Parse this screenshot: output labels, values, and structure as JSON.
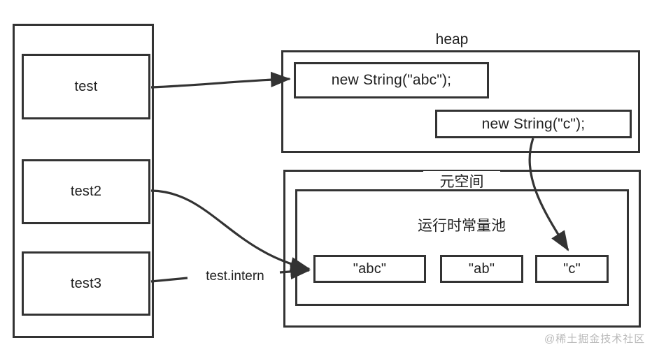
{
  "diagram": {
    "title_watermark": "@稀土掘金技术社区",
    "stack": {
      "name": "stack-frame",
      "slots": [
        {
          "label": "test"
        },
        {
          "label": "test2"
        },
        {
          "label": "test3"
        }
      ]
    },
    "heap": {
      "title": "heap",
      "objects": [
        {
          "label": "new String(\"abc\");"
        },
        {
          "label": "new String(\"c\");"
        }
      ]
    },
    "metaspace": {
      "title": "元空间",
      "constant_pool": {
        "title": "运行时常量池",
        "items": [
          {
            "label": "\"abc\""
          },
          {
            "label": "\"ab\""
          },
          {
            "label": "\"c\""
          }
        ]
      }
    },
    "edges": [
      {
        "name": "test-to-heap-abc",
        "label": ""
      },
      {
        "name": "test2-to-pool-abc",
        "label": ""
      },
      {
        "name": "test3-to-pool-abc",
        "label": "test.intern"
      },
      {
        "name": "heap-c-to-pool-c",
        "label": ""
      }
    ],
    "colors": {
      "stroke": "#333333",
      "text": "#1f1f1f",
      "background": "#ffffff",
      "watermark": "#b9b9b9"
    }
  }
}
